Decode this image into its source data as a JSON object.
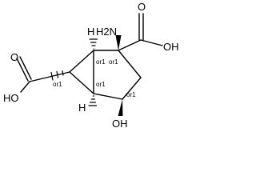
{
  "molecule": {
    "atoms": {
      "h_top": "H",
      "nh2": "H2N",
      "oh_upper_right": "OH",
      "o_upper_right": "O",
      "o_upper_left": "O",
      "oh_lower_left": "HO",
      "h_bottom": "H",
      "oh_bottom": "OH"
    },
    "stereo_labels": {
      "c_upper_left": "or1",
      "c_quaternary": "or1",
      "c_left": "or1",
      "c_bridge": "or1",
      "c_hydroxyl": "or1"
    }
  }
}
